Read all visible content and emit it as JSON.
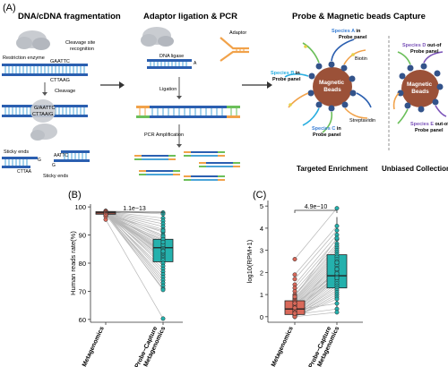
{
  "panelA": {
    "label": "(A)",
    "titles": {
      "fragmentation": "DNA/cDNA fragmentation",
      "ligation": "Adaptor ligation & PCR",
      "capture": "Probe & Magnetic beads Capture"
    },
    "labels": {
      "restriction_enzyme": "Restriction enzyme",
      "cleavage_site_recognition": "Cleavage site\nrecognition",
      "seq_top": "GAATTC",
      "seq_bottom": "CTTAAG",
      "cleavage": "Cleavage",
      "cut_top": "G/AATTC",
      "cut_bottom": "CTTAA/G",
      "sticky_ends_1": "Sticky ends",
      "sticky_ends_2": "Sticky ends",
      "sticky_left": "G",
      "sticky_left2": "CTTAA",
      "sticky_right": "AATTC",
      "sticky_right2": "G",
      "dna_ligase": "DNA ligase",
      "a_tail": "A",
      "adaptor": "Adaptor",
      "ligation": "Ligation",
      "pcr": "PCR Amplification",
      "magnetic_beads": "Magnetic\nBeads",
      "biotin": "Biotin",
      "streptavidin": "Streptavidin",
      "targeted": "Targeted Enrichment",
      "unbiased": "Unbiased Collection"
    },
    "species": [
      {
        "name": "Species A",
        "suffix": " in",
        "line2": "Probe panel",
        "color": "#3a7fd5"
      },
      {
        "name": "Species B",
        "suffix": " in",
        "line2": "Probe panel",
        "color": "#29aee0"
      },
      {
        "name": "Species C",
        "suffix": " in",
        "line2": "Probe panel",
        "color": "#3a7fd5"
      },
      {
        "name": "Species D",
        "suffix": " out-of",
        "line2": "Probe panel",
        "color": "#7a52b8"
      },
      {
        "name": "Species E",
        "suffix": " out-of",
        "line2": "Probe panel",
        "color": "#7a52b8"
      }
    ],
    "colors": {
      "bead": "#9b5138",
      "dna": "#2b5fb0",
      "dna2": "#4aa4d8",
      "orange": "#f1a24a",
      "green": "#6bbf5a"
    }
  },
  "panelB": {
    "label": "(B)",
    "pvalue": "1.1e−13"
  },
  "panelC": {
    "label": "(C)",
    "pvalue": "4.9e−10"
  },
  "chart_data": [
    {
      "type": "box",
      "ylabel": "Human reads rate(%)",
      "ylim": [
        59,
        101
      ],
      "yticks": [
        60,
        70,
        80,
        90,
        100
      ],
      "categories": [
        "Metagenomics",
        "Probe−Capture\nMetagenomics"
      ],
      "colors": [
        "#d9695a",
        "#24b1ad"
      ],
      "boxes": [
        {
          "q1": 97.4,
          "median": 97.9,
          "q3": 98.3,
          "whisker_low": 96.8,
          "whisker_high": 98.9
        },
        {
          "q1": 80.5,
          "median": 85.5,
          "q3": 88.5,
          "whisker_low": 70.5,
          "whisker_high": 98.0
        }
      ],
      "paired_points": [
        [
          98.6,
          98.0
        ],
        [
          98.5,
          97.5
        ],
        [
          98.4,
          96.0
        ],
        [
          98.3,
          95.0
        ],
        [
          98.2,
          94.0
        ],
        [
          98.1,
          93.0
        ],
        [
          98.0,
          92.0
        ],
        [
          97.9,
          91.0
        ],
        [
          97.8,
          90.0
        ],
        [
          97.7,
          89.0
        ],
        [
          97.6,
          88.0
        ],
        [
          97.5,
          87.0
        ],
        [
          97.4,
          86.0
        ],
        [
          97.3,
          85.5
        ],
        [
          97.2,
          85.0
        ],
        [
          97.1,
          84.5
        ],
        [
          97.0,
          84.0
        ],
        [
          97.9,
          83.5
        ],
        [
          98.2,
          83.0
        ],
        [
          97.8,
          82.5
        ],
        [
          97.6,
          82.0
        ],
        [
          98.0,
          81.5
        ],
        [
          97.3,
          81.0
        ],
        [
          97.7,
          80.0
        ],
        [
          98.3,
          79.0
        ],
        [
          97.5,
          78.0
        ],
        [
          97.9,
          77.0
        ],
        [
          98.1,
          76.0
        ],
        [
          97.4,
          75.0
        ],
        [
          97.8,
          74.0
        ],
        [
          98.0,
          73.0
        ],
        [
          97.6,
          72.0
        ],
        [
          97.2,
          71.0
        ],
        [
          97.9,
          70.5
        ],
        [
          98.4,
          89.5
        ],
        [
          97.1,
          91.5
        ],
        [
          96.6,
          88.5
        ],
        [
          98.0,
          86.5
        ],
        [
          97.7,
          84.2
        ],
        [
          97.3,
          87.5
        ],
        [
          95.5,
          60.3
        ]
      ],
      "significance": "1.1e−13"
    },
    {
      "type": "box",
      "ylabel": "log10(RPM+1)",
      "ylim": [
        -0.25,
        5.25
      ],
      "yticks": [
        0,
        1,
        2,
        3,
        4,
        5
      ],
      "categories": [
        "Metagenomics",
        "Probe−Capture\nMetagenomics"
      ],
      "colors": [
        "#d9695a",
        "#24b1ad"
      ],
      "boxes": [
        {
          "q1": 0.1,
          "median": 0.35,
          "q3": 0.72,
          "whisker_low": 0.0,
          "whisker_high": 1.45
        },
        {
          "q1": 1.3,
          "median": 1.85,
          "q3": 2.8,
          "whisker_low": 0.3,
          "whisker_high": 4.5
        }
      ],
      "paired_points": [
        [
          2.6,
          4.9
        ],
        [
          1.9,
          4.1
        ],
        [
          1.7,
          3.9
        ],
        [
          1.45,
          3.7
        ],
        [
          1.3,
          3.5
        ],
        [
          1.15,
          3.3
        ],
        [
          1.0,
          3.2
        ],
        [
          0.95,
          3.1
        ],
        [
          0.85,
          3.0
        ],
        [
          0.8,
          2.9
        ],
        [
          0.75,
          2.8
        ],
        [
          0.7,
          2.7
        ],
        [
          0.65,
          2.6
        ],
        [
          0.6,
          2.5
        ],
        [
          0.55,
          2.4
        ],
        [
          0.5,
          2.3
        ],
        [
          0.45,
          2.2
        ],
        [
          0.4,
          2.1
        ],
        [
          0.35,
          2.0
        ],
        [
          0.3,
          1.9
        ],
        [
          0.3,
          1.85
        ],
        [
          0.25,
          1.8
        ],
        [
          0.2,
          1.7
        ],
        [
          0.2,
          1.6
        ],
        [
          0.15,
          1.5
        ],
        [
          0.1,
          1.4
        ],
        [
          0.1,
          1.3
        ],
        [
          0.05,
          1.2
        ],
        [
          0.05,
          1.1
        ],
        [
          0.0,
          1.0
        ],
        [
          0.0,
          0.9
        ],
        [
          0.0,
          0.8
        ],
        [
          0.3,
          0.6
        ],
        [
          0.1,
          0.35
        ],
        [
          0.0,
          0.2
        ],
        [
          0.4,
          2.45
        ],
        [
          0.6,
          1.95
        ],
        [
          0.2,
          2.15
        ],
        [
          0.9,
          3.55
        ],
        [
          0.15,
          1.75
        ]
      ],
      "significance": "4.9e−10"
    }
  ]
}
